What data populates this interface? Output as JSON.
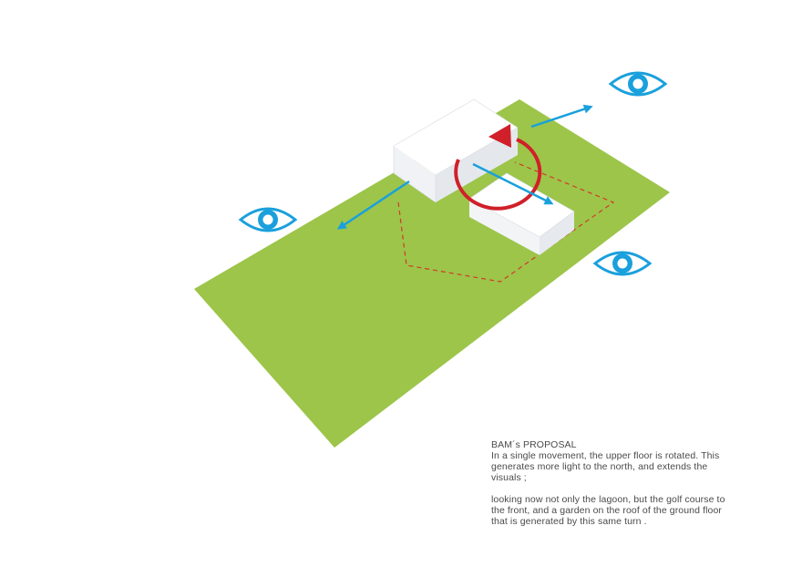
{
  "caption": {
    "title": "BAM´s PROPOSAL",
    "paragraph_1": "In a single movement, the upper floor is rotated. This generates more light to the north, and extends the visuals ;",
    "paragraph_2": "looking now not only the lagoon, but the golf course to the front, and a garden on the roof of the ground floor that is generated by this same turn ."
  },
  "colors": {
    "site": "#9cc54a",
    "arrow": "#1aa0dc",
    "rotation": "#d0202a",
    "footprint_outline": "#d23a2a",
    "eye": "#1aa0dc",
    "block": "#ffffff"
  },
  "icons": [
    "eye-icon",
    "eye-icon",
    "eye-icon",
    "view-arrow",
    "rotation-arrow"
  ]
}
